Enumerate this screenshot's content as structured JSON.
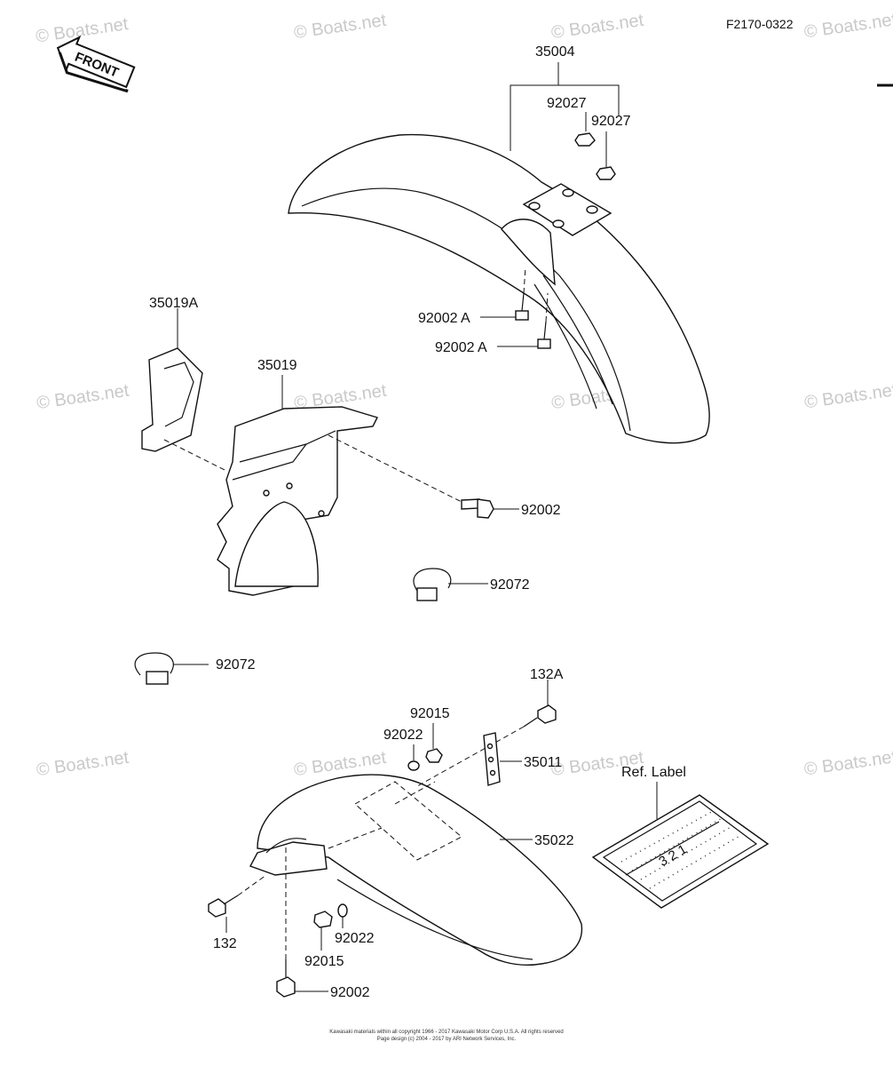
{
  "diagram_code": "F2170-0322",
  "front_label": "FRONT",
  "watermark": "© Boats.net",
  "parts": {
    "p35004": "35004",
    "p92027_a": "92027",
    "p92027_b": "92027",
    "p92002A_a": "92002 A",
    "p92002A_b": "92002 A",
    "p35019A": "35019A",
    "p35019": "35019",
    "p92002_mid": "92002",
    "p92072_a": "92072",
    "p92072_b": "92072",
    "p132A": "132A",
    "p92015_top": "92015",
    "p92022_top": "92022",
    "p35011": "35011",
    "p35022": "35022",
    "ref_label": "Ref. Label",
    "p132": "132",
    "p92022_bot": "92022",
    "p92015_bot": "92015",
    "p92002_bot": "92002"
  },
  "ref_label_text": "3 2 1",
  "footer": {
    "line1": "Kawasaki materials within all copyright 1966 - 2017 Kawasaki Motor Corp U.S.A. All rights reserved",
    "line2": "Page design (c) 2004 - 2017 by ARI Network Services, Inc."
  }
}
